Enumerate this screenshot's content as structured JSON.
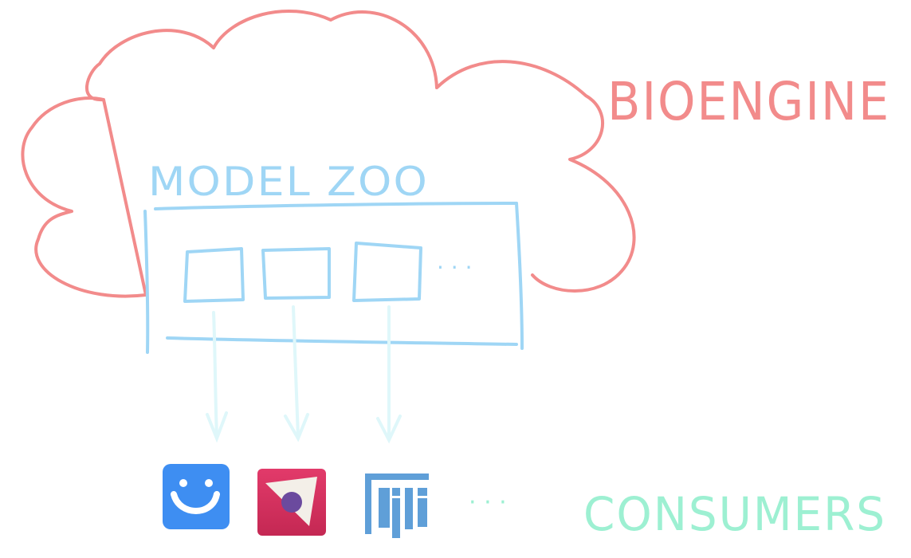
{
  "cloud": {
    "label": "BIOENGINE",
    "color": "#f28b8b"
  },
  "model_zoo": {
    "label": "MODEL ZOO",
    "color": "#9fd6f5",
    "ellipsis": "· · ·"
  },
  "arrows": {
    "color": "#dff7fa"
  },
  "consumers": {
    "label": "CONSUMERS",
    "color": "#9df0d2",
    "ellipsis": "· · ·",
    "apps": [
      {
        "icon": "smiley-app-icon",
        "color": "#3e8ef2"
      },
      {
        "icon": "ilastik-app-icon",
        "color": "#d8345f"
      },
      {
        "icon": "fiji-app-icon",
        "color": "#5f9fd8"
      }
    ]
  }
}
